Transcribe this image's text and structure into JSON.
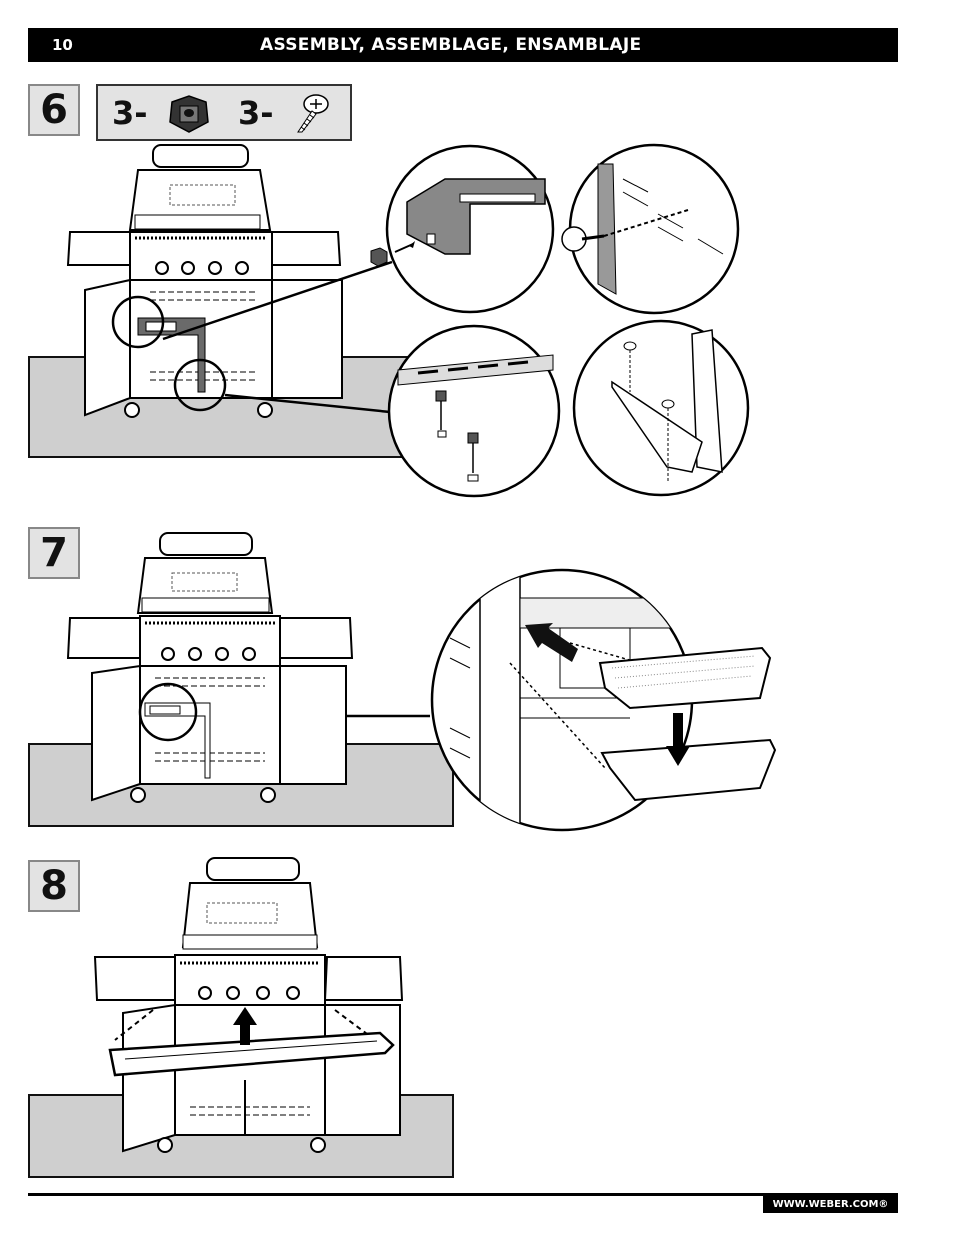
{
  "header": {
    "page_number": "10",
    "title": "ASSEMBLY, ASSEMBLAGE, ENSAMBLAJE"
  },
  "steps": [
    {
      "number": "6",
      "parts": [
        {
          "quantity": "3-",
          "icon": "clip-nut-icon"
        },
        {
          "quantity": "3-",
          "icon": "screw-icon"
        }
      ]
    },
    {
      "number": "7"
    },
    {
      "number": "8"
    }
  ],
  "footer": {
    "url": "WWW.WEBER.COM®"
  }
}
